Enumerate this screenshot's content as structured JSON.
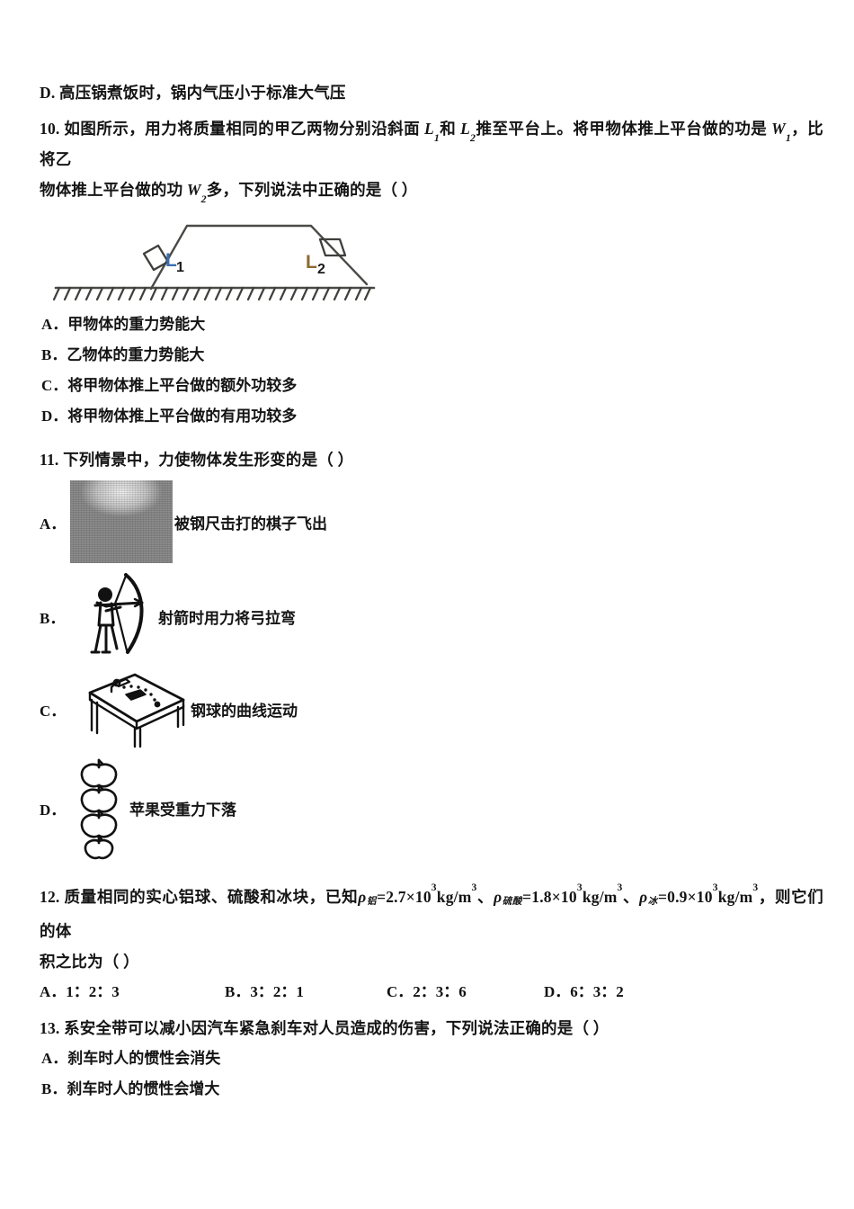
{
  "page": {
    "background": "#ffffff",
    "text_color": "#141414"
  },
  "blocks": {
    "prev_option_d": {
      "label": "D.",
      "text": "高压锅煮饭时，锅内气压小于标准大气压"
    },
    "q10": {
      "number": "10.",
      "stem_part1": "如图所示，用力将质量相同的甲乙两物分别沿斜面 ",
      "L1": "L",
      "L1_sub": "1",
      "stem_part2": "和 ",
      "L2": "L",
      "L2_sub": "2",
      "stem_part3": "推至平台上。将甲物体推上平台做的功是 ",
      "W1": "W",
      "W1_sub": "1",
      "stem_part4": "，比将乙",
      "stem_line2_part1": "物体推上平台做的功 ",
      "W2": "W",
      "W2_sub": "2",
      "stem_line2_part2": "多，下列说法中正确的是（  ）",
      "figure": {
        "name": "inclined-plane-platform",
        "label_left": "L",
        "label_left_sub": "1",
        "label_right": "L",
        "label_right_sub": "2",
        "label_left_color": "#3a6fb0",
        "label_right_color": "#8a6b30",
        "stroke_color": "#4a4a46",
        "ground_hatch_count": 28
      },
      "options": [
        {
          "label": "A．",
          "text": "甲物体的重力势能大"
        },
        {
          "label": "B．",
          "text": "乙物体的重力势能大"
        },
        {
          "label": "C．",
          "text": "将甲物体推上平台做的额外功较多"
        },
        {
          "label": "D．",
          "text": "将甲物体推上平台做的有用功较多"
        }
      ]
    },
    "q11": {
      "number": "11.",
      "stem": "下列情景中，力使物体发生形变的是（      ）",
      "options": [
        {
          "label": "A．",
          "caption": "被钢尺击打的棋子飞出",
          "figure": "chess-pieces-photo"
        },
        {
          "label": "B．",
          "caption": "射箭时用力将弓拉弯",
          "figure": "archer-bow-drawing"
        },
        {
          "label": "C．",
          "caption": "钢球的曲线运动",
          "figure": "steel-ball-curve-table"
        },
        {
          "label": "D．",
          "caption": "苹果受重力下落",
          "figure": "falling-apples"
        }
      ]
    },
    "q12": {
      "number": "12.",
      "stem_part1": "质量相同的实心铝球、硫酸和冰块，已知",
      "rho": "ρ",
      "sub_al": "铝",
      "val_al": "=2.7×10",
      "exp_al": "3",
      "unit_al": "kg/m",
      "unit_exp_al": "3",
      "sep1": "、",
      "sub_acid": "硫酸",
      "val_acid": "=1.8×10",
      "exp_acid": "3",
      "unit_acid": "kg/m",
      "unit_exp_acid": "3",
      "sep2": "、",
      "sub_ice": "冰",
      "val_ice": "=0.9×10",
      "exp_ice": "3",
      "unit_ice": "kg/m",
      "unit_exp_ice": "3",
      "stem_part2": "，则它们的体",
      "stem_line2": "积之比为（  ）",
      "options": [
        {
          "label": "A．",
          "text": "1：2：3"
        },
        {
          "label": "B．",
          "text": "3：2：1"
        },
        {
          "label": "C．",
          "text": "2：3：6"
        },
        {
          "label": "D．",
          "text": "6：3：2"
        }
      ]
    },
    "q13": {
      "number": "13.",
      "stem": "系安全带可以减小因汽车紧急刹车对人员造成的伤害，下列说法正确的是（  ）",
      "options": [
        {
          "label": "A．",
          "text": "刹车时人的惯性会消失"
        },
        {
          "label": "B．",
          "text": "刹车时人的惯性会增大"
        }
      ]
    }
  }
}
